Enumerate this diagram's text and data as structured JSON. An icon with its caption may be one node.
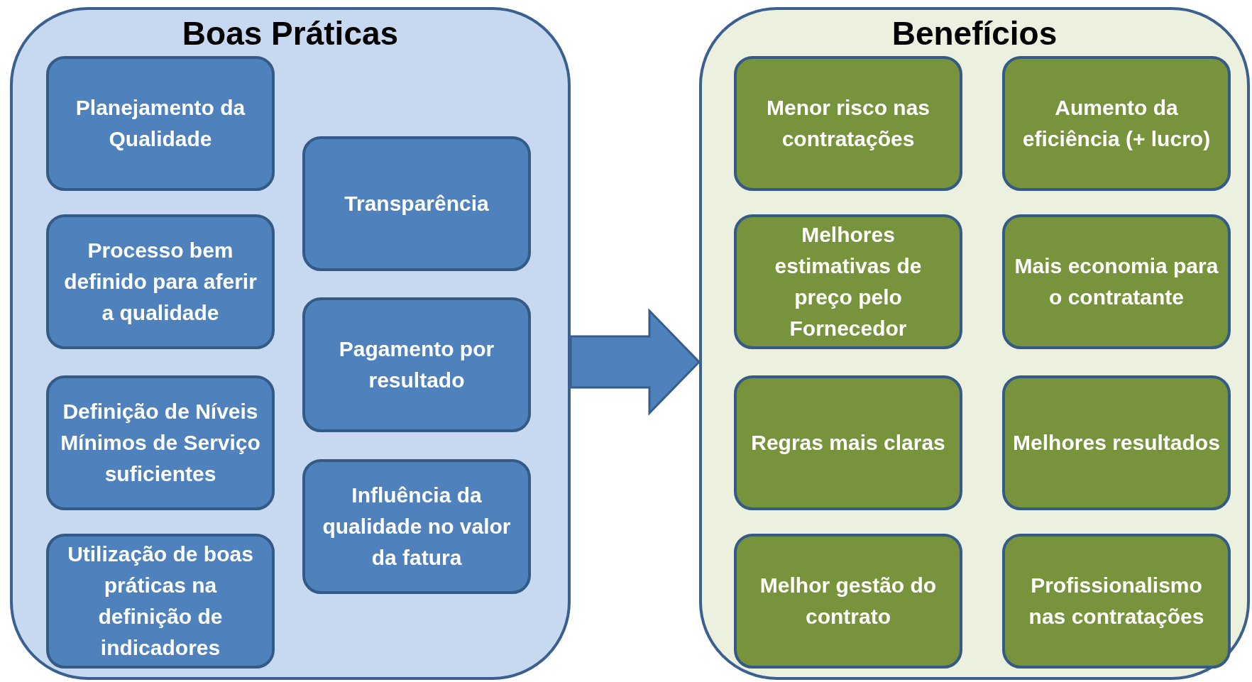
{
  "diagram": {
    "nodes": [
      {
        "text": [
          "Boas Práticas"
        ]
      },
      {
        "text": [
          "Planejamento da Qualidade"
        ],
        "in": 0
      },
      {
        "text": [
          "Processo bem definido para aferir a qualidade"
        ],
        "in": 0
      },
      {
        "text": [
          "Definição de Níveis Mínimos de Serviço suficientes"
        ],
        "in": 0
      },
      {
        "text": [
          "Utilização de boas práticas na definição de indicadores"
        ],
        "in": 0
      },
      {
        "text": [
          "Transparência"
        ],
        "in": 0
      },
      {
        "text": [
          "Pagamento por resultado"
        ],
        "in": 0
      },
      {
        "text": [
          "Influência da qualidade no valor da fatura"
        ],
        "in": 0
      },
      {
        "text": [
          "Benefícios"
        ]
      },
      {
        "text": [
          "Menor risco nas contratações"
        ],
        "in": 8
      },
      {
        "text": [
          "Aumento da eficiência (+ lucro)"
        ],
        "in": 8
      },
      {
        "text": [
          "Melhores estimativas de preço pelo Fornecedor"
        ],
        "in": 8
      },
      {
        "text": [
          "Mais economia para o contratante"
        ],
        "in": 8
      },
      {
        "text": [
          "Regras mais claras"
        ],
        "in": 8
      },
      {
        "text": [
          "Melhores resultados"
        ],
        "in": 8
      },
      {
        "text": [
          "Melhor gestão do contrato"
        ],
        "in": 8
      },
      {
        "text": [
          "Profissionalismo nas contratações"
        ],
        "in": 8
      }
    ],
    "edges": [
      {
        "from": 0,
        "to": 8,
        "arrow": "to",
        "style": "thick"
      }
    ]
  }
}
